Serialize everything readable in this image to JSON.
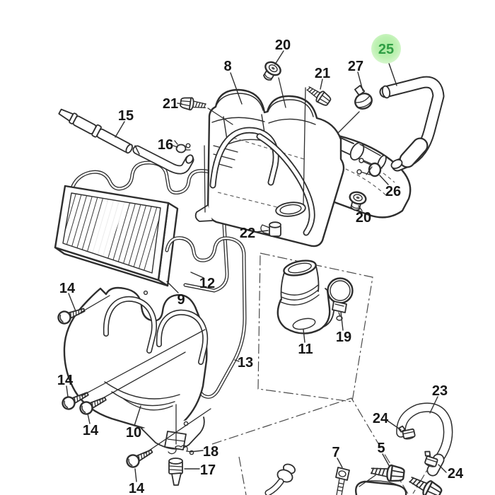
{
  "page": {
    "background": "#ffffff"
  },
  "diagram": {
    "type": "exploded-parts-diagram",
    "subject_shape": "air-cleaner-assembly-line-art",
    "line_color": "#2e2e2e",
    "highlight": {
      "label": "25",
      "circle_color": "#aeeca3",
      "halo_color": "#d6f7cd",
      "text_color": "#2f9e44"
    },
    "labels": [
      {
        "text": "20",
        "part": "grommet"
      },
      {
        "text": "8",
        "part": "air-cleaner-case"
      },
      {
        "text": "21",
        "part": "flange-bolt"
      },
      {
        "text": "27",
        "part": "hose-clamp"
      },
      {
        "text": "25",
        "part": "breather-hose",
        "highlighted": true
      },
      {
        "text": "21",
        "part": "flange-bolt"
      },
      {
        "text": "15",
        "part": "pipe"
      },
      {
        "text": "16",
        "part": "clip"
      },
      {
        "text": "26",
        "part": "spring-clamp"
      },
      {
        "text": "20",
        "part": "grommet"
      },
      {
        "text": "22",
        "part": "clip"
      },
      {
        "text": "12",
        "part": "cover-seal"
      },
      {
        "text": "9",
        "part": "filter-element"
      },
      {
        "text": "14",
        "part": "tapping-screw"
      },
      {
        "text": "13",
        "part": "gasket"
      },
      {
        "text": "11",
        "part": "intake-joint"
      },
      {
        "text": "19",
        "part": "band-clamp"
      },
      {
        "text": "14",
        "part": "tapping-screw"
      },
      {
        "text": "14",
        "part": "tapping-screw"
      },
      {
        "text": "10",
        "part": "case-cap"
      },
      {
        "text": "14",
        "part": "tapping-screw"
      },
      {
        "text": "18",
        "part": "wire-clip"
      },
      {
        "text": "17",
        "part": "plug"
      },
      {
        "text": "23",
        "part": "hose"
      },
      {
        "text": "24",
        "part": "clamp"
      },
      {
        "text": "7",
        "part": "bolt"
      },
      {
        "text": "5",
        "part": "flange-bolt"
      },
      {
        "text": "24",
        "part": "clamp"
      }
    ]
  }
}
